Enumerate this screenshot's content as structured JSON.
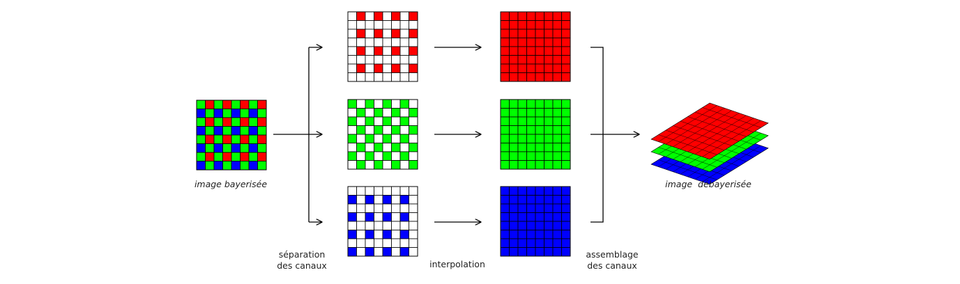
{
  "labels": {
    "bayer_image": "image bayerisée",
    "debayered_image": "image  débayerisée",
    "separation": [
      "séparation",
      "des canaux"
    ],
    "interpolation": "interpolation",
    "assembly": [
      "assemblage",
      "des canaux"
    ]
  },
  "grid": {
    "size": 8,
    "colors": {
      "red": "#ff0000",
      "green": "#00ff00",
      "blue": "#0000ff",
      "empty": "#ffffff",
      "line": "#000000"
    },
    "bayer_pattern": [
      [
        "green",
        "red"
      ],
      [
        "blue",
        "green"
      ]
    ]
  },
  "stages": {
    "separated": [
      {
        "name": "red-channel-sparse",
        "color": "red"
      },
      {
        "name": "green-channel-sparse",
        "color": "green"
      },
      {
        "name": "blue-channel-sparse",
        "color": "blue"
      }
    ],
    "interpolated": [
      {
        "name": "red-channel-full",
        "color": "red"
      },
      {
        "name": "green-channel-full",
        "color": "green"
      },
      {
        "name": "blue-channel-full",
        "color": "blue"
      }
    ],
    "stack_order_bottom_to_top": [
      "blue",
      "green",
      "red"
    ]
  }
}
